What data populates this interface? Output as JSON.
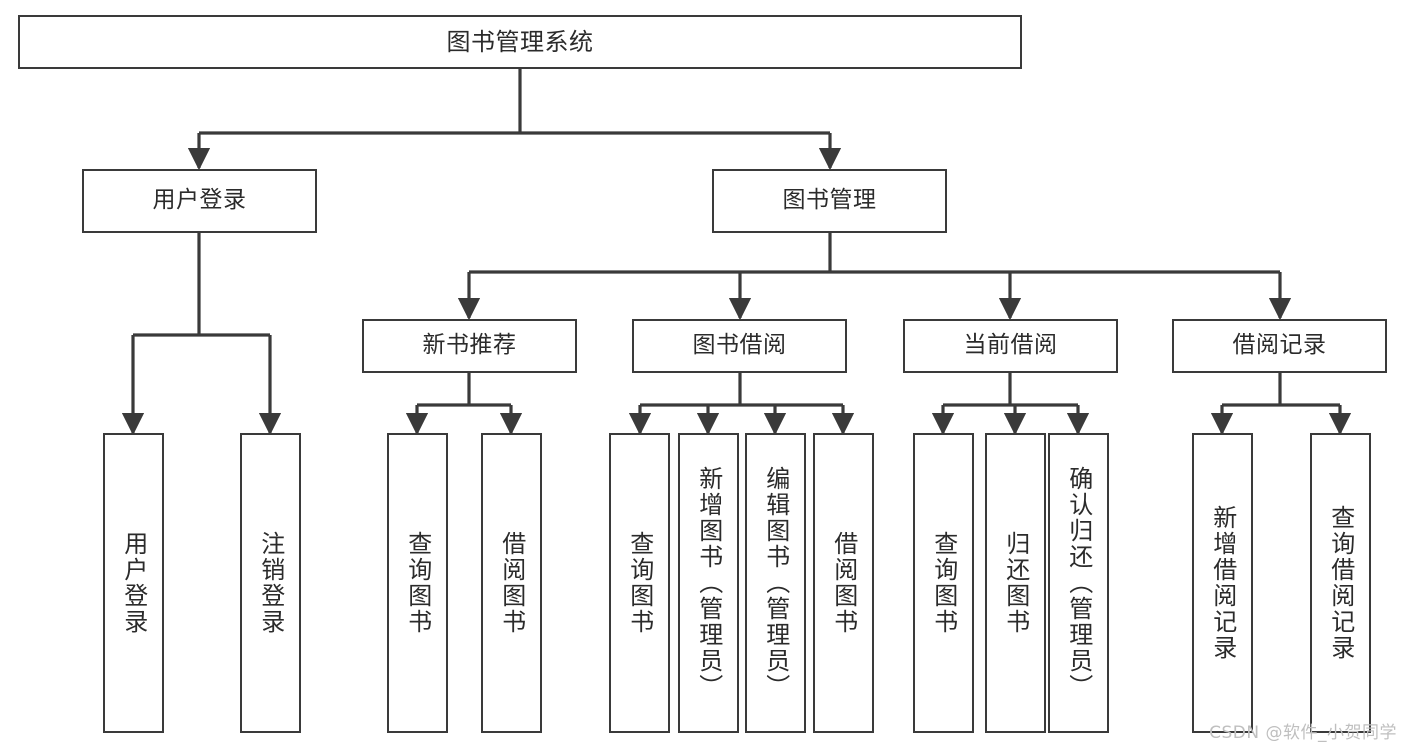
{
  "diagram": {
    "title": "图书管理系统",
    "watermark": "CSDN @软件_小贺同学",
    "colors": {
      "stroke": "#3a3a3a",
      "fill": "#ffffff",
      "text": "#2b2b2b",
      "watermark": "#bfbfbf"
    },
    "levels": {
      "root": {
        "label": "图书管理系统"
      },
      "level2": [
        {
          "id": "user-login",
          "label": "用户登录"
        },
        {
          "id": "book-management",
          "label": "图书管理"
        }
      ],
      "level3": [
        {
          "id": "new-book-recommend",
          "label": "新书推荐"
        },
        {
          "id": "book-borrow",
          "label": "图书借阅"
        },
        {
          "id": "current-borrow",
          "label": "当前借阅"
        },
        {
          "id": "borrow-record",
          "label": "借阅记录"
        }
      ],
      "leaves": {
        "user-login": [
          {
            "id": "leaf-user-login",
            "label": "用户登录"
          },
          {
            "id": "leaf-user-logout",
            "label": "注销登录"
          }
        ],
        "new-book-recommend": [
          {
            "id": "leaf-query-book-1",
            "label": "查询图书"
          },
          {
            "id": "leaf-borrow-book-1",
            "label": "借阅图书"
          }
        ],
        "book-borrow": [
          {
            "id": "leaf-query-book-2",
            "label": "查询图书"
          },
          {
            "id": "leaf-add-book",
            "label": "新增图书（管理员）"
          },
          {
            "id": "leaf-edit-book",
            "label": "编辑图书（管理员）"
          },
          {
            "id": "leaf-borrow-book-2",
            "label": "借阅图书"
          }
        ],
        "current-borrow": [
          {
            "id": "leaf-query-book-3",
            "label": "查询图书"
          },
          {
            "id": "leaf-return-book",
            "label": "归还图书"
          },
          {
            "id": "leaf-confirm-return",
            "label": "确认归还（管理员）"
          }
        ],
        "borrow-record": [
          {
            "id": "leaf-add-record",
            "label": "新增借阅记录"
          },
          {
            "id": "leaf-query-record",
            "label": "查询借阅记录"
          }
        ]
      }
    }
  }
}
